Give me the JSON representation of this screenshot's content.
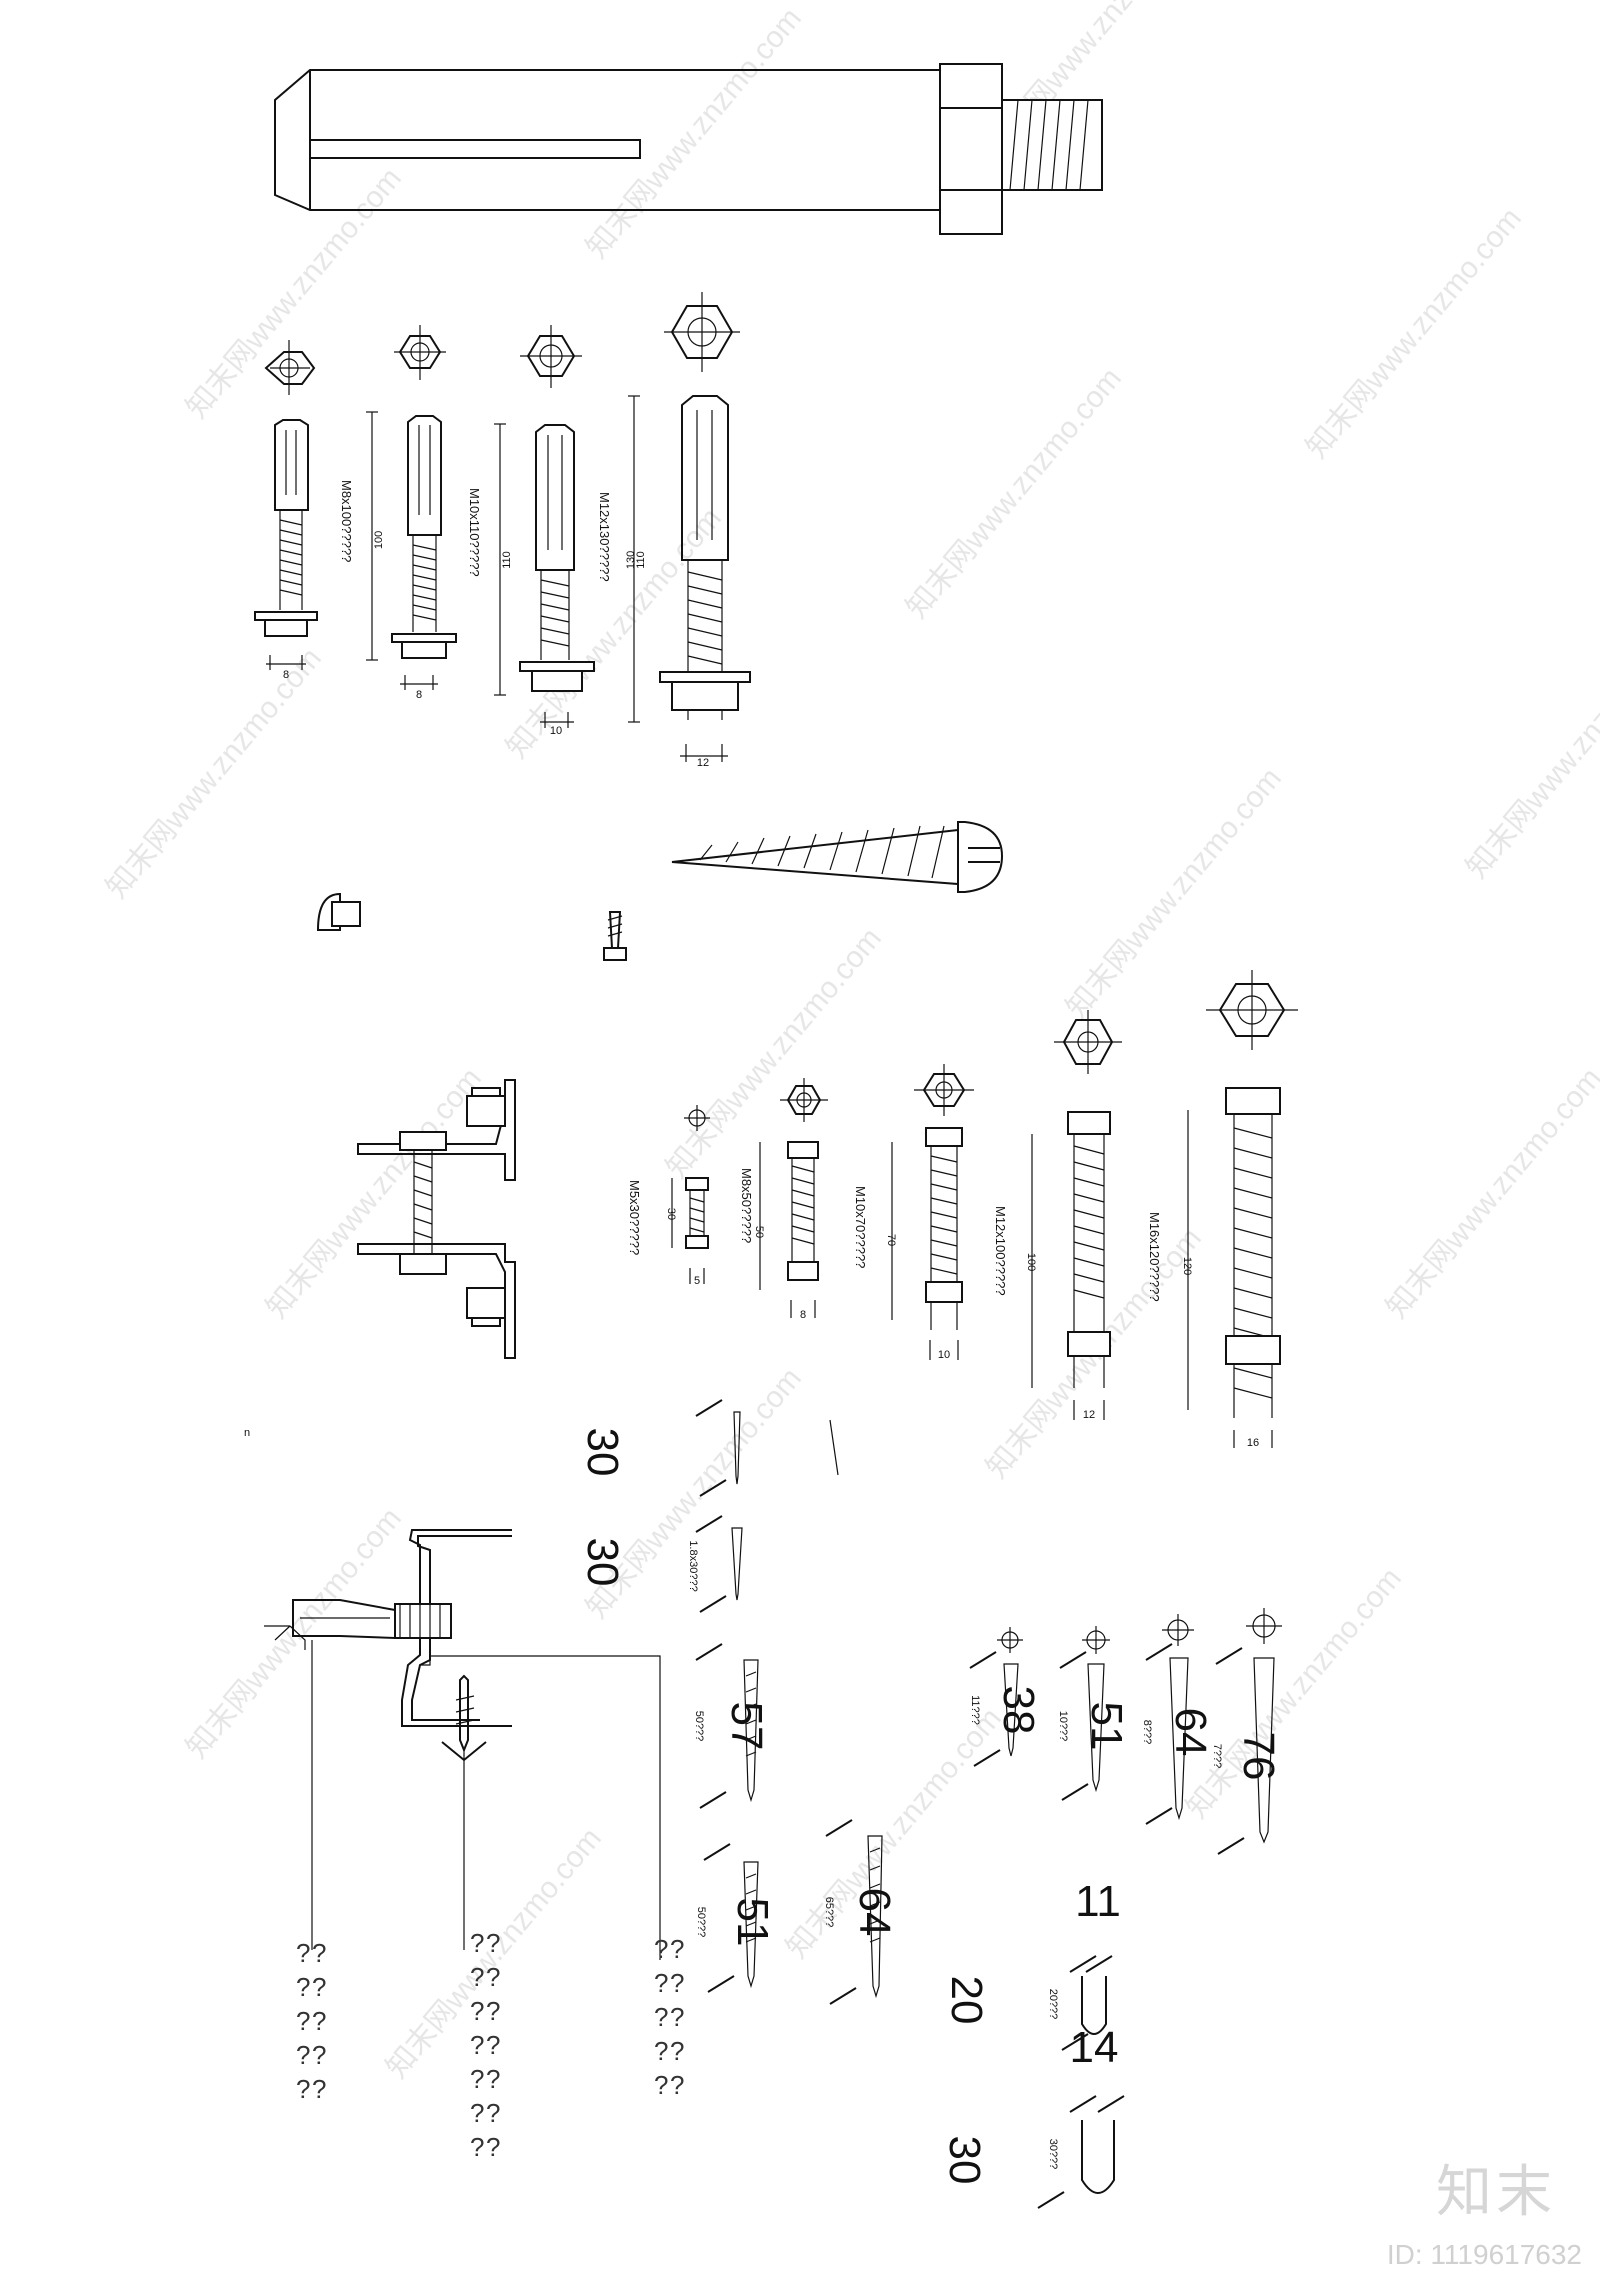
{
  "expansion_bolts": [
    {
      "label": "M8x100?????",
      "length": "100",
      "dia": "8"
    },
    {
      "label": "M10x110?????",
      "length": "110",
      "dia": "8"
    },
    {
      "label": "M12x130?????",
      "length": "110",
      "dia": "10"
    },
    {
      "label": "",
      "length": "130",
      "dia": "12"
    }
  ],
  "hex_bolts": [
    {
      "label": "M5x30?????",
      "length": "30",
      "dia": "5"
    },
    {
      "label": "M8x50?????",
      "length": "50",
      "dia": "8"
    },
    {
      "label": "M10x70?????",
      "length": "70",
      "dia": "10"
    },
    {
      "label": "M12x100?????",
      "length": "100",
      "dia": "12"
    },
    {
      "label": "M16x120?????",
      "length": "120",
      "dia": "16"
    }
  ],
  "nails": [
    {
      "small": "",
      "big": "30"
    },
    {
      "small": "1.8x30???",
      "big": "30"
    },
    {
      "small": "50???",
      "big": "57"
    },
    {
      "small": "50???",
      "big": "51"
    },
    {
      "small": "65???",
      "big": "64"
    }
  ],
  "screws": [
    {
      "small": "11???",
      "big": "38"
    },
    {
      "small": "10???",
      "big": "51"
    },
    {
      "small": "8???",
      "big": "64"
    },
    {
      "small": "7???",
      "big": "76"
    }
  ],
  "staples": [
    {
      "small": "20???",
      "top": "11",
      "side": "20"
    },
    {
      "small": "30???",
      "top": "14",
      "side": "30"
    }
  ],
  "stray_mark": "n",
  "question_marks": "?",
  "watermark": "知末网www.znzmo.com",
  "logo": "知末",
  "id_text": "ID: 1119617632"
}
